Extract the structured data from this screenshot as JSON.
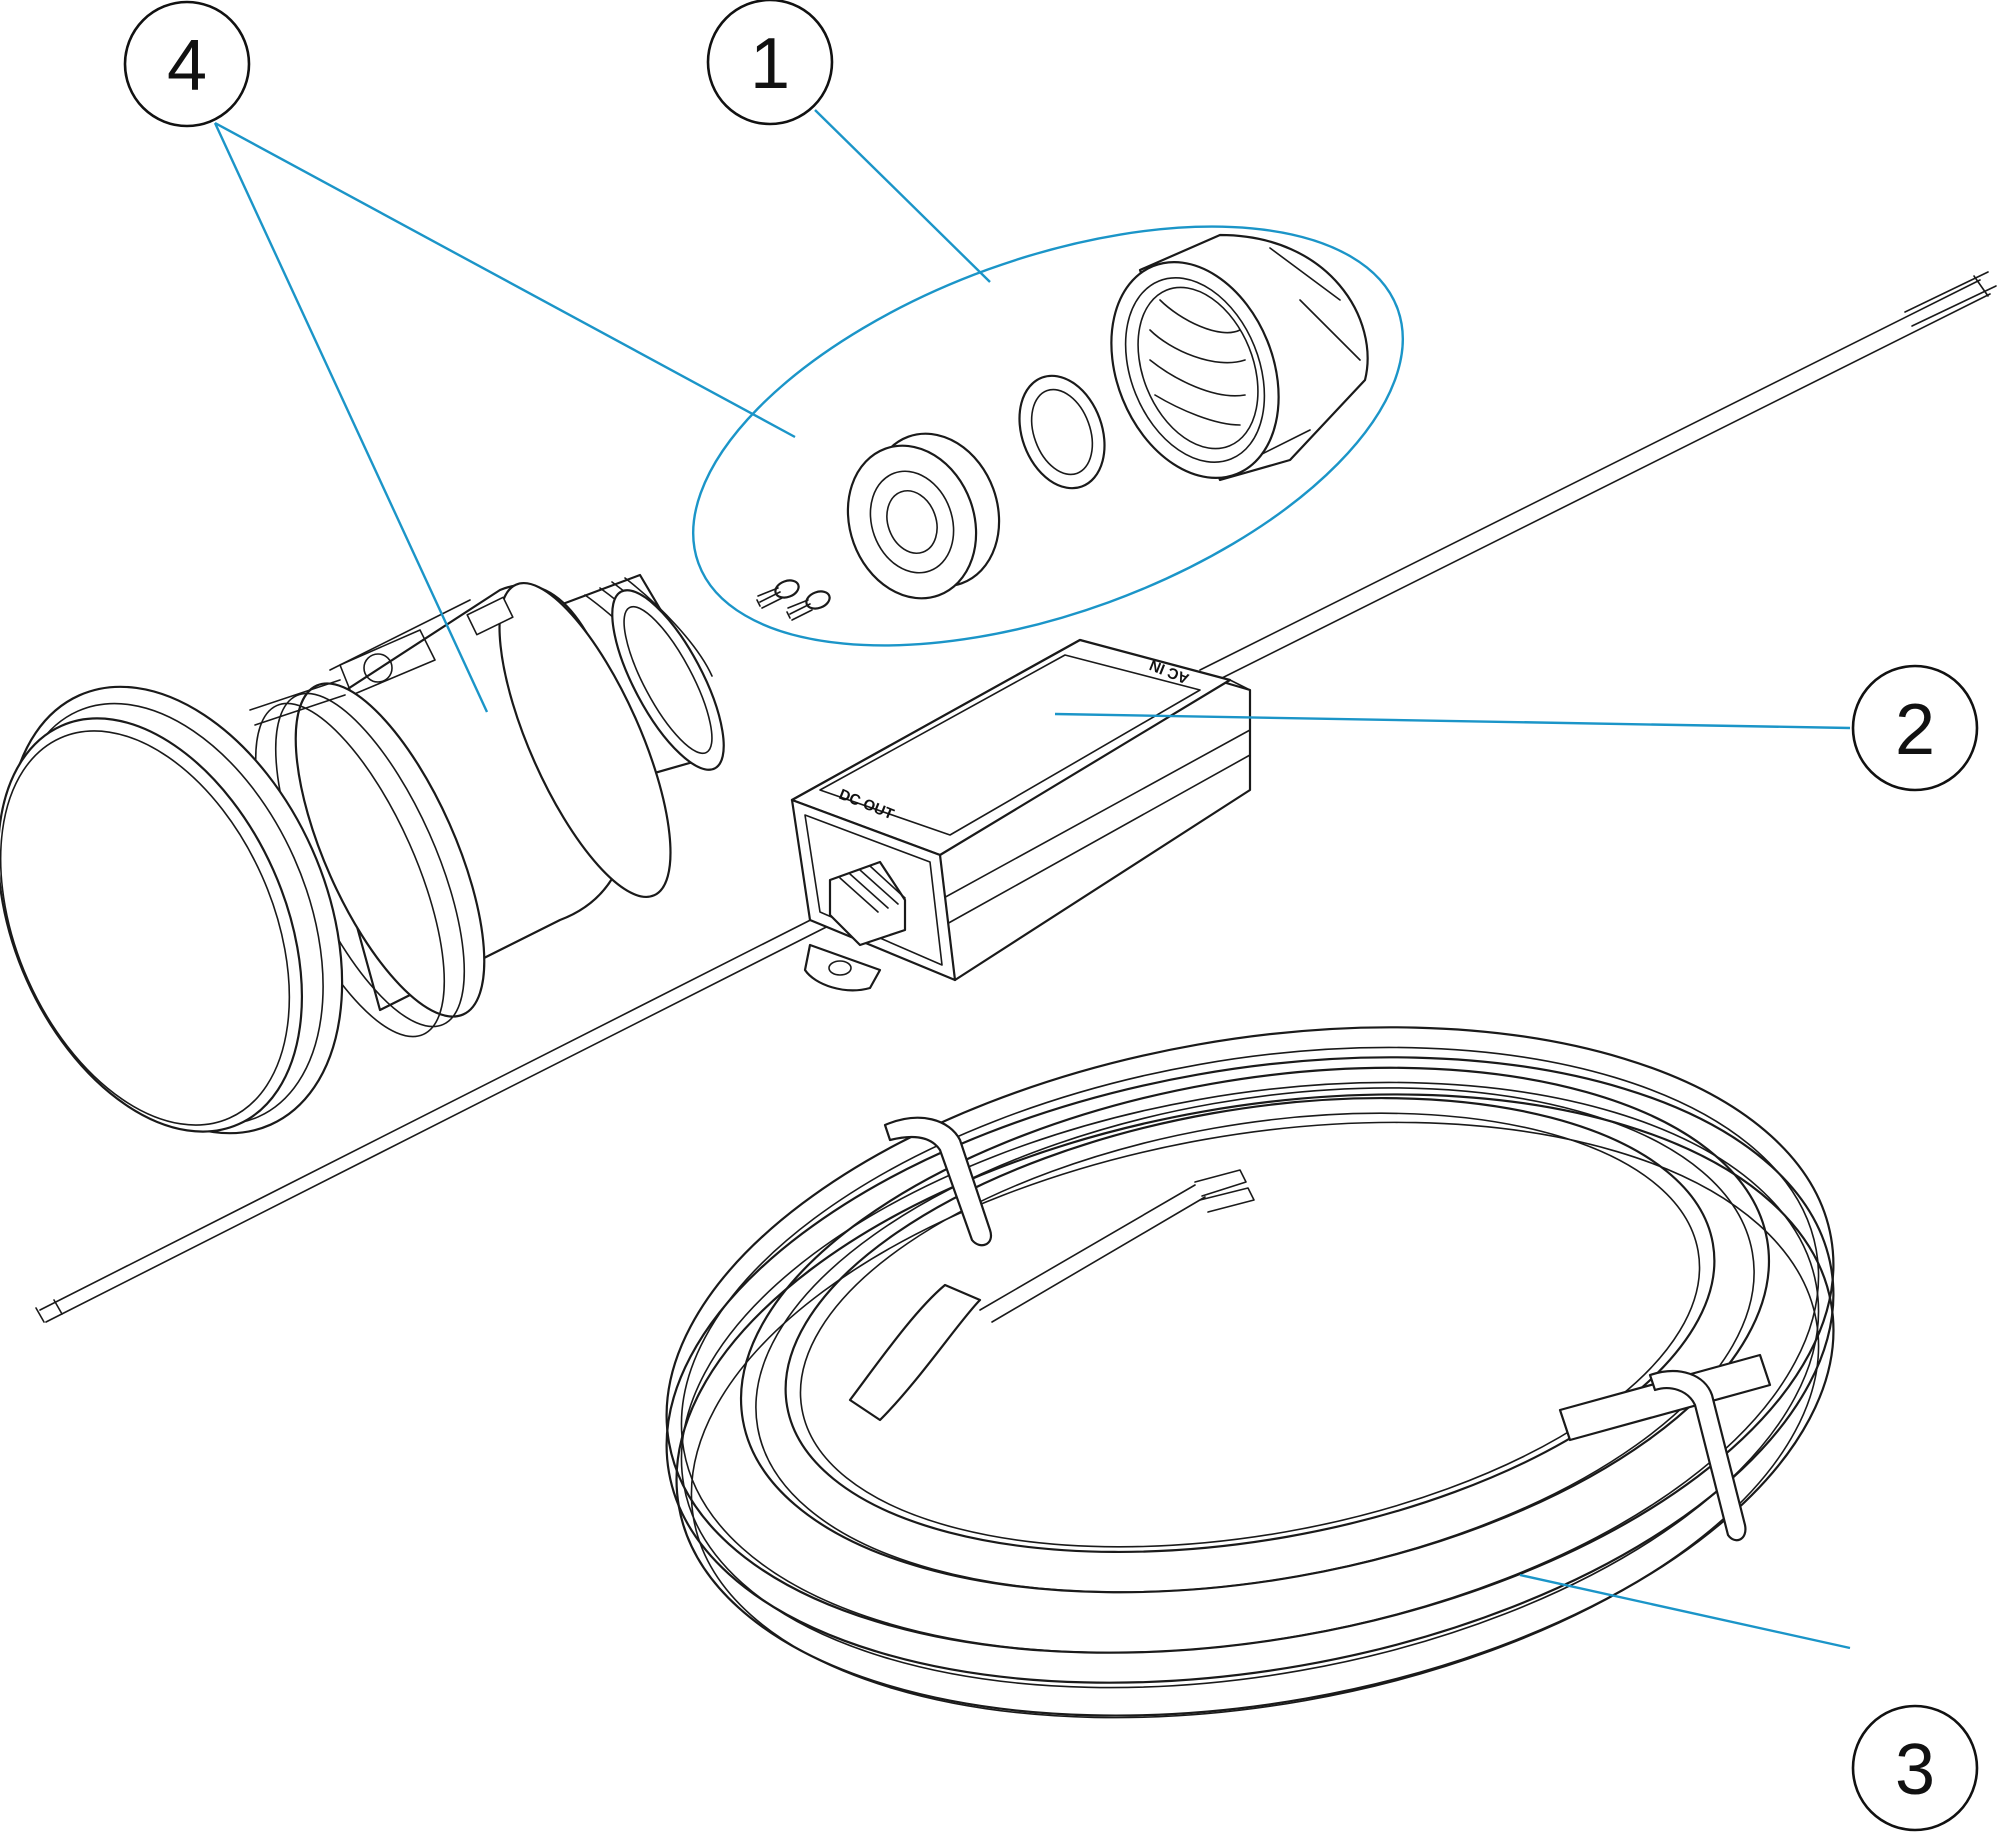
{
  "colors": {
    "leader": "#1b95c8",
    "ink": "#1a1a1a",
    "background": "#ffffff"
  },
  "callouts": {
    "c1": "1",
    "c2": "2",
    "c3": "3",
    "c4": "4"
  },
  "driver": {
    "ac_label": "AC IN",
    "dc_label": "DC OUT"
  }
}
